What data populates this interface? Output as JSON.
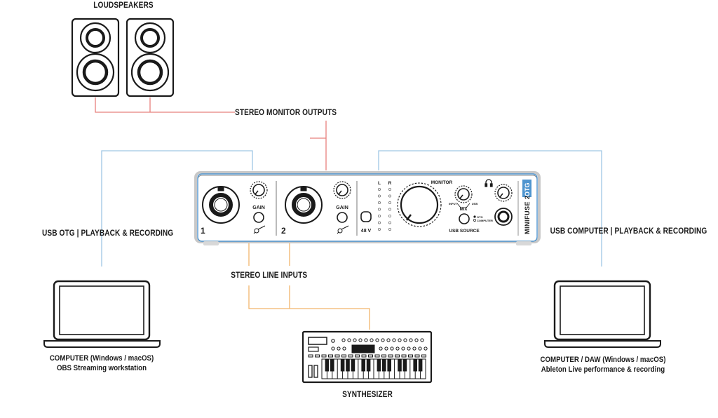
{
  "labels": {
    "loudspeakers": "LOUDSPEAKERS",
    "stereo_monitor_outputs": "STEREO MONITOR OUTPUTS",
    "usb_otg": "USB OTG | PLAYBACK & RECORDING",
    "usb_computer": "USB COMPUTER | PLAYBACK & RECORDING",
    "stereo_line_inputs": "STEREO LINE INPUTS",
    "synthesizer": "SYNTHESIZER"
  },
  "left_computer": {
    "line1": "COMPUTER  (Windows / macOS)",
    "line2": "OBS Streaming workstation"
  },
  "right_computer": {
    "line1": "COMPUTER / DAW (Windows / macOS)",
    "line2": "Ableton Live performance & recording"
  },
  "interface": {
    "channel1_number": "1",
    "channel2_number": "2",
    "gain1": "GAIN",
    "gain2": "GAIN",
    "phantom": "48 V",
    "meter_l": "L",
    "meter_r": "R",
    "monitor": "MONITOR",
    "mix": "MIX",
    "mix_input": "INPUT",
    "mix_usb": "USB",
    "usb_source": "USB SOURCE",
    "otg": "OTG",
    "computer": "COMPUTER",
    "brand": "MINIFUSE 2",
    "otg_badge": "OTG"
  },
  "colors": {
    "monitor_cable": "#e8807c",
    "usb_cable": "#9fc6e4",
    "line_input_cable": "#f2b56c",
    "interface_accent": "#4f95cf"
  }
}
